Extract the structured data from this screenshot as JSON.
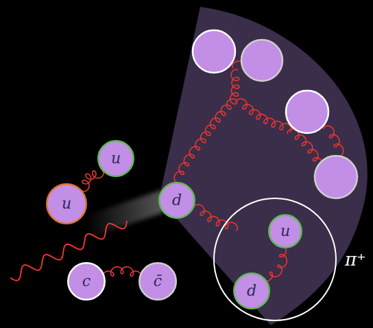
{
  "diagram": {
    "nodes": [
      {
        "text": [
          "u"
        ]
      },
      {
        "text": [
          "u"
        ]
      },
      {
        "text": [
          "d"
        ]
      },
      {
        "text": [
          "π⁺"
        ]
      },
      {
        "text": [
          "u"
        ],
        "in": 3
      },
      {
        "text": [
          "d"
        ],
        "in": 3
      },
      {
        "text": [
          "c"
        ]
      },
      {
        "text": [
          "c̄"
        ]
      }
    ],
    "edges": [
      {
        "from": 0,
        "to": 1,
        "arrow": "none"
      },
      {
        "from": 4,
        "to": 5,
        "arrow": "none"
      },
      {
        "from": 6,
        "to": 7,
        "arrow": "none"
      }
    ]
  }
}
